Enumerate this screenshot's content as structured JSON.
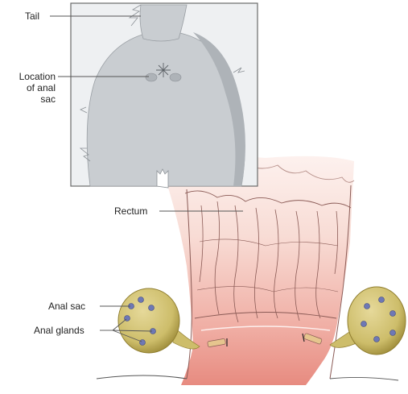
{
  "labels": {
    "tail": "Tail",
    "location_line1": "Location",
    "location_line2": "of anal",
    "location_line3": "sac",
    "rectum": "Rectum",
    "anal_sac": "Anal sac",
    "anal_glands": "Anal glands"
  },
  "colors": {
    "inset_bg": "#eef0f2",
    "dog_body": "#c9cdd1",
    "dog_shadow": "#aeb3b8",
    "rectum_light": "#f6d4ce",
    "rectum_deep": "#e78b80",
    "sac_fill": "#cdbd6a",
    "sac_dark": "#8f7d2e",
    "gland_dot": "#6e78b5",
    "leader_line": "#555555",
    "tissue_outline": "#8a5a55"
  }
}
